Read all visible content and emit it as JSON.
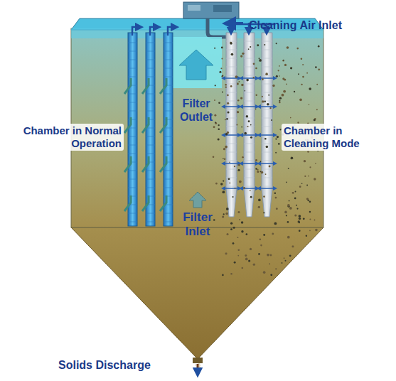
{
  "diagram": {
    "labels": [
      "Cleaning Air Inlet",
      "Chamber in Normal Operation",
      "Filter Outlet",
      "Chamber in Cleaning Mode",
      "Filter Inlet",
      "Solids Discharge"
    ]
  }
}
